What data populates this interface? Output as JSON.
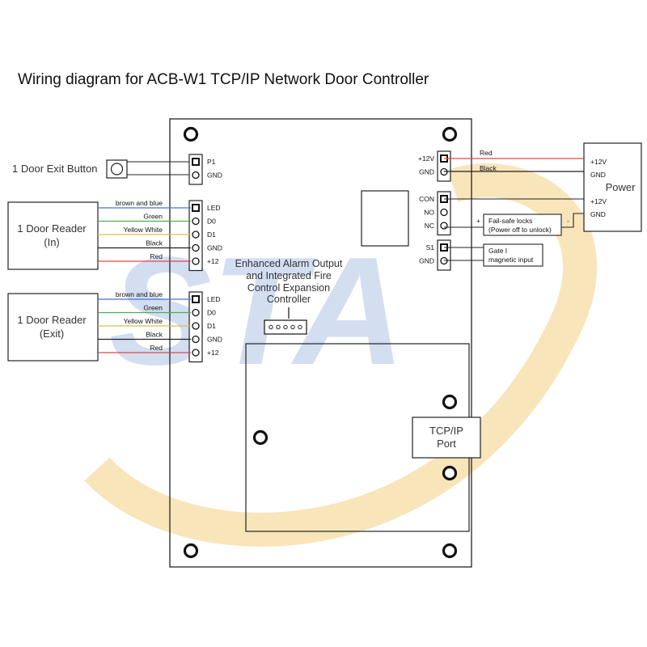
{
  "title": "Wiring diagram for ACB-W1 TCP/IP Network Door Controller",
  "watermark": {
    "text": "STA",
    "blue": "#c9d6ee",
    "orange": "#f6dca3"
  },
  "exit_button": {
    "label": "1 Door Exit Button",
    "pins": [
      "P1",
      "GND"
    ]
  },
  "reader_in": {
    "label_line1": "1  Door Reader",
    "label_line2": "(In)",
    "pins": [
      "LED",
      "D0",
      "D1",
      "GND",
      "+12"
    ],
    "wires": [
      "brown and blue",
      "Green",
      "Yellow White",
      "Black",
      "Red"
    ]
  },
  "reader_exit": {
    "label_line1": "1  Door Reader",
    "label_line2": "(Exit)",
    "pins": [
      "LED",
      "D0",
      "D1",
      "GND",
      "+12"
    ],
    "wires": [
      "brown and blue",
      "Green",
      "Yellow White",
      "Black",
      "Red"
    ]
  },
  "wire_colors": [
    "#4a72c8",
    "#4caf50",
    "#d4c24a",
    "#222222",
    "#e04848"
  ],
  "power": {
    "label": "Power",
    "terminals": [
      "+12V",
      "GND",
      "+12V",
      "GND"
    ],
    "in_pins": [
      "+12V",
      "GND"
    ],
    "in_wires": [
      "Red",
      "Black"
    ]
  },
  "lock": {
    "pins": [
      "CON",
      "NO",
      "NC"
    ],
    "label_line1": "Fail-safe locks",
    "label_line2": "(Power off to unlock)",
    "plus": "+",
    "minus": "-"
  },
  "gate": {
    "pins": [
      "S1",
      "GND"
    ],
    "label_line1": "Gate I",
    "label_line2": "magnetic input"
  },
  "expansion": {
    "line1": "Enhanced Alarm Output",
    "line2": "and Integrated Fire",
    "line3": "Control Expansion",
    "line4": "Controller"
  },
  "tcpip": {
    "line1": "TCP/IP",
    "line2": "Port"
  }
}
